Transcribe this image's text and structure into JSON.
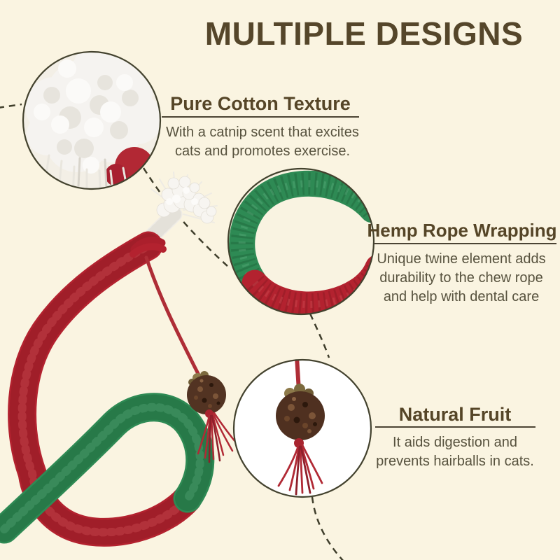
{
  "title": "MULTIPLE DESIGNS",
  "callouts": [
    {
      "id": "cotton",
      "heading": "Pure Cotton Texture",
      "body_lines": [
        "With a catnip scent that excites",
        "cats and promotes exercise."
      ]
    },
    {
      "id": "hemp",
      "heading": "Hemp Rope Wrapping",
      "body_lines": [
        "Unique twine element adds",
        "durability to the chew rope",
        "and help with dental care"
      ]
    },
    {
      "id": "fruit",
      "heading": "Natural Fruit",
      "body_lines": [
        "It aids digestion and",
        "prevents hairballs in cats."
      ]
    }
  ],
  "colors": {
    "background": "#faf4e1",
    "title_text": "#55462a",
    "heading_text": "#554527",
    "body_text": "#57523e",
    "line_and_border": "#4b4434",
    "rope_red": "#b3222f",
    "rope_green": "#2e8a54",
    "cotton_white": "#f5f3ef",
    "fruit_brown": "#523322",
    "cord_red": "#ae2d36"
  }
}
